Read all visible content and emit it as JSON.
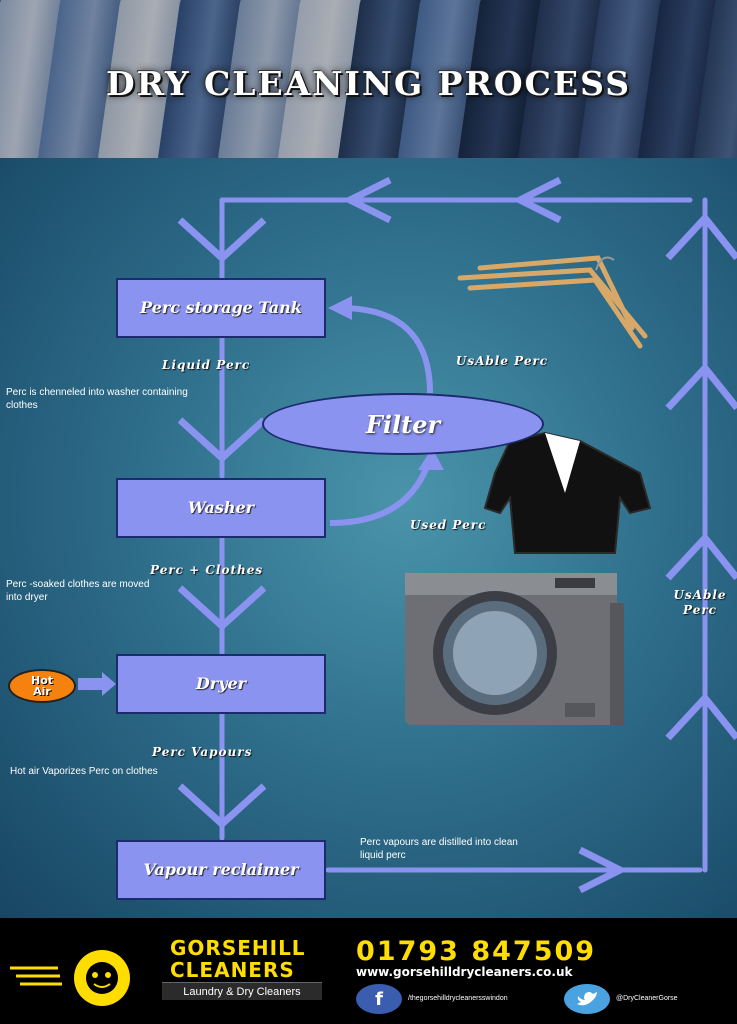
{
  "header": {
    "title": "DRY CLEANING PROCESS"
  },
  "diagram": {
    "boxes": {
      "storage_tank": "Perc storage Tank",
      "washer": "Washer",
      "dryer": "Dryer",
      "vapour_reclaimer": "Vapour reclaimer"
    },
    "filter": "Filter",
    "hot_air": "Hot Air",
    "flow_labels": {
      "liquid_perc": "Liquid Perc",
      "perc_clothes": "Perc + Clothes",
      "perc_vapours": "Perc Vapours",
      "usable_perc_filter": "UsAble Perc",
      "used_perc": "Used Perc",
      "usable_perc_return": "UsAble Perc"
    },
    "notes": {
      "washer_note": "Perc is chenneled into washer containing clothes",
      "dryer_note": "Perc -soaked clothes are moved into dryer",
      "vapor_note": "Hot air Vaporizes Perc on clothes",
      "distill_note": "Perc vapours are distilled into clean liquid perc"
    },
    "colors": {
      "box_fill": "#8b93f0",
      "arrow": "#8b93f0",
      "hot_air": "#f5820f",
      "background": "#2f6f8c"
    }
  },
  "footer": {
    "brand_line1": "GORSEHILL",
    "brand_line2": "CLEANERS",
    "tagline": "Laundry & Dry Cleaners",
    "phone": "01793 847509",
    "website": "www.gorsehilldrycleaners.co.uk",
    "facebook_handle": "/thegorsehilldrycleanersswindon",
    "twitter_handle": "@DryCleanerGorse",
    "facebook_icon_label": "f",
    "colors": {
      "brand_yellow": "#ffdd00"
    }
  }
}
